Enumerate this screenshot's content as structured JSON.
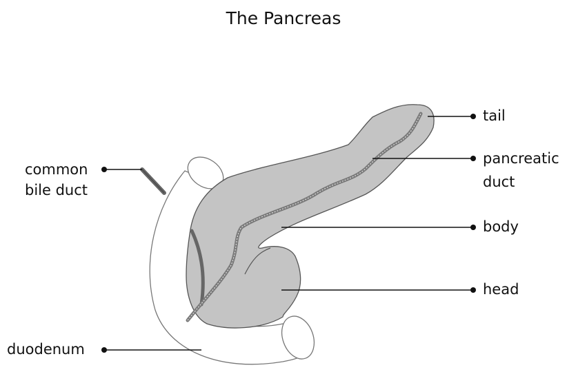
{
  "title": "The Pancreas",
  "labels": {
    "tail": "tail",
    "pancreatic_duct_line1": "pancreatic",
    "pancreatic_duct_line2": "duct",
    "body": "body",
    "head": "head",
    "common_bile_duct_line1": "common",
    "common_bile_duct_line2": "bile duct",
    "duodenum": "duodenum"
  },
  "colors": {
    "pancreas_fill": "#c4c4c4",
    "outline": "#555555",
    "duct": "#7a7a7a",
    "bile_duct": "#666666",
    "leader_line": "#111111"
  }
}
